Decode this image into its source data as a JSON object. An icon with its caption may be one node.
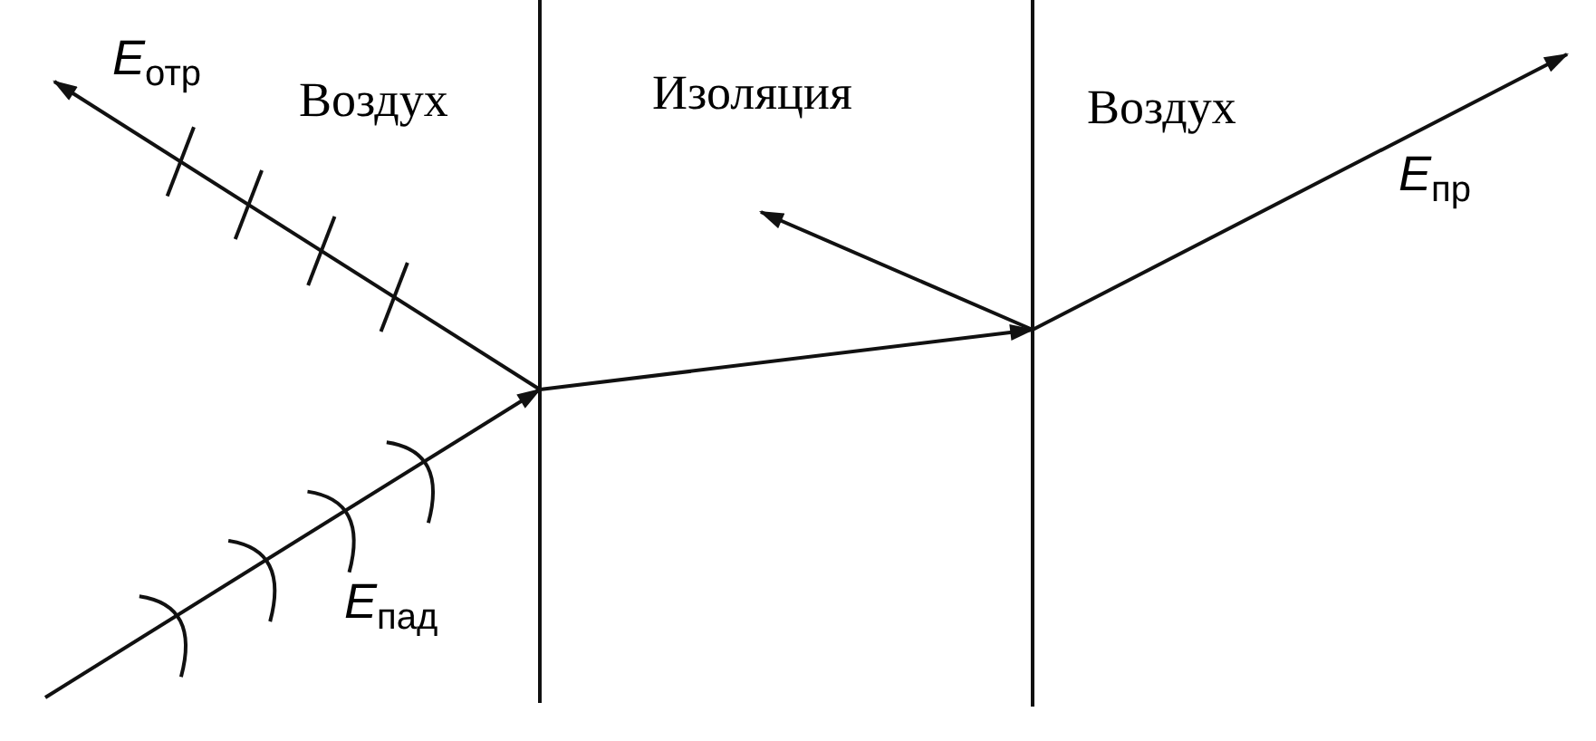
{
  "diagram": {
    "nodes": [
      {
        "text": [],
        "shape": "bar"
      },
      {
        "text": [],
        "shape": "bar"
      }
    ],
    "edges": [
      {
        "from": null,
        "to": 0,
        "arrow": "to",
        "label": "*E*$_{пад}$"
      },
      {
        "from": 0,
        "to": null,
        "arrow": "to",
        "label": "*E*$_{отр}$"
      },
      {
        "from": 0,
        "to": 1,
        "arrow": "to"
      },
      {
        "from": 1,
        "to": null,
        "arrow": "to"
      },
      {
        "from": 1,
        "to": null,
        "arrow": "to",
        "label": "*E*$_{пр}$"
      }
    ],
    "labels": [
      "Воздух",
      "Изоляция",
      "Воздух"
    ]
  }
}
